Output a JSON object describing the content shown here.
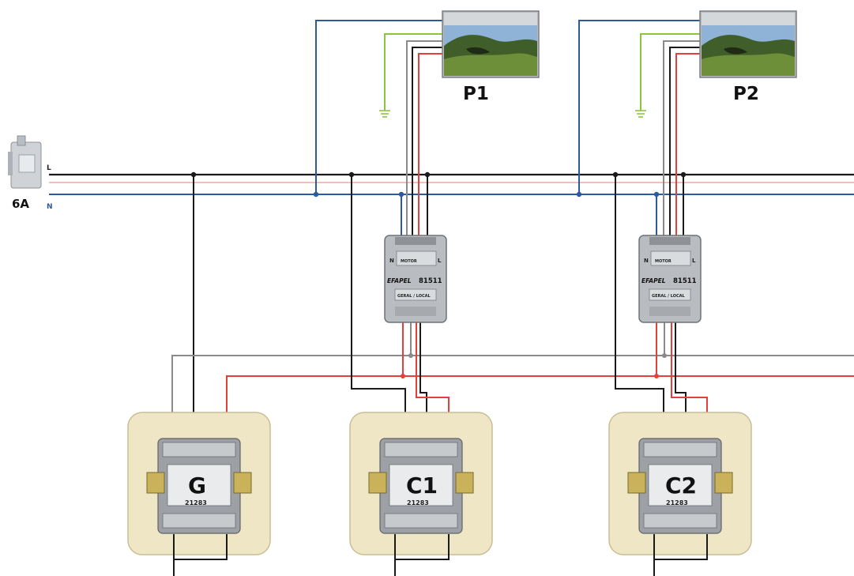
{
  "breaker": {
    "label": "6A",
    "live": "L",
    "neutral": "N"
  },
  "blinds": [
    {
      "label": "P1"
    },
    {
      "label": "P2"
    }
  ],
  "modules": [
    {
      "brand": "EFAPEL",
      "code": "81511",
      "terminal_left": "N",
      "terminal_mid": "MOTOR",
      "terminal_right": "L",
      "mode": "GERAL / LOCAL"
    },
    {
      "brand": "EFAPEL",
      "code": "81511",
      "terminal_left": "N",
      "terminal_mid": "MOTOR",
      "terminal_right": "L",
      "mode": "GERAL / LOCAL"
    }
  ],
  "switches": [
    {
      "label": "G",
      "code": "21283"
    },
    {
      "label": "C1",
      "code": "21283"
    },
    {
      "label": "C2",
      "code": "21283"
    }
  ],
  "colors": {
    "live": "#1a1a1a",
    "neutral": "#2c5aa0",
    "earth": "#8cc63f",
    "red": "#e2413a",
    "grey": "#8a8a8a",
    "switch_plate": "#efe6c6"
  }
}
